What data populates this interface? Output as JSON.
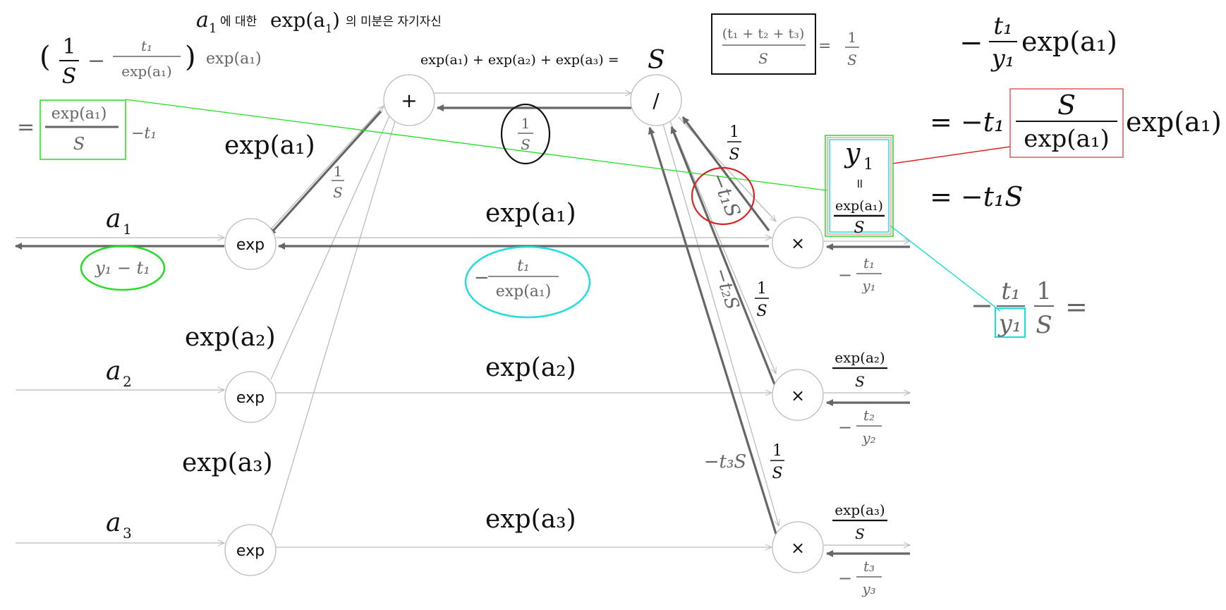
{
  "title": {
    "var": "a",
    "sub": "1",
    "text1": "에 대한",
    "expr": "exp(a",
    "expr_sub": "1",
    "expr_close": ")",
    "text2": "의 미분은 자기자신"
  },
  "nodes": {
    "plus": "+",
    "divide": "/",
    "exp": "exp",
    "multiply": "×"
  },
  "sum_label": {
    "text": "exp(a₁) + exp(a₂) + exp(a₃) =",
    "S": "S"
  },
  "inputs": {
    "a1": "a",
    "a1_sub": "1",
    "a2": "a",
    "a2_sub": "2",
    "a3": "a",
    "a3_sub": "3"
  },
  "exp_labels": {
    "e1": "exp(a₁)",
    "e2": "exp(a₂)",
    "e3": "exp(a₃)"
  },
  "fractions": {
    "one": "1",
    "S": "S",
    "neg_t1_S": "−t₁S",
    "neg_t2_S": "−t₂S",
    "neg_t3_S": "−t₃S",
    "y1_minus_t1": "y₁ − t₁",
    "t1": "t₁",
    "t2": "t₂",
    "t3": "t₃",
    "y1": "y₁",
    "y2": "y₂",
    "y3": "y₃",
    "exp_a1": "exp(a₁)",
    "exp_a2": "exp(a₂)",
    "exp_a3": "exp(a₃)",
    "minus": "−"
  },
  "left_formula": {
    "open": "(",
    "close": ")",
    "minus": "−",
    "eq": "=",
    "exp_a1": "exp(a₁)",
    "minus_t1": "−t₁"
  },
  "box_formula": {
    "numerator": "(t₁ + t₂ + t₃)",
    "denominator": "S",
    "eq": "=",
    "rhs_num": "1",
    "rhs_den": "S"
  },
  "right_formula": {
    "line1_minus": "−",
    "line1_num": "t₁",
    "line1_den": "y₁",
    "line1_tail": "exp(a₁)",
    "line2_lhs": "= −t₁",
    "line2_num": "S",
    "line2_den": "exp(a₁)",
    "line2_tail": "exp(a₁)",
    "line3": "= −t₁S"
  },
  "y1_box": {
    "y": "y",
    "sub": "1",
    "eq": "॥",
    "num": "exp(a₁)",
    "den": "S"
  },
  "bottom_right": {
    "minus": "−",
    "num": "t₁",
    "den": "y₁",
    "num2": "1",
    "den2": "S",
    "eq": "="
  },
  "colors": {
    "arrow_dark": "#666666",
    "arrow_light": "#bbbbbb",
    "green": "#22dd22",
    "cyan": "#22dddd",
    "red": "#dd2222",
    "black": "#111111"
  }
}
